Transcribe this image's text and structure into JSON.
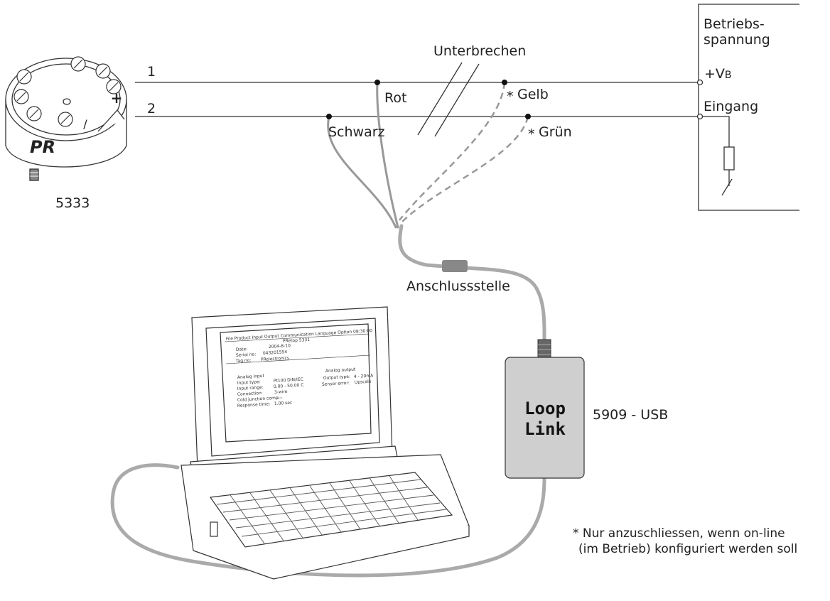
{
  "device": {
    "model": "5333",
    "logo": "PR",
    "plus_sign": "+",
    "minus_sign": "/"
  },
  "wires": {
    "line1": "1",
    "line2": "2"
  },
  "labels": {
    "unterbrechen": "Unterbrechen",
    "rot": "Rot",
    "schwarz": "Schwarz",
    "gelb": "Gelb",
    "gruen": "Grün",
    "asterisk": "*",
    "anschlussstelle": "Anschlussstelle"
  },
  "supply": {
    "title_line1": "Betriebs-",
    "title_line2": "spannung",
    "vb_prefix": "+V",
    "vb_sub": "B",
    "input": "Eingang"
  },
  "looplink": {
    "line1": "Loop",
    "line2": "Link",
    "model": "5909 - USB"
  },
  "footnote": {
    "line1": "* Nur anzuschliessen, wenn on-line",
    "line2": "(im Betrieb) konfiguriert werden soll"
  },
  "laptop_screen": {
    "menu": "File  Product  Input  Output  Communication  Language  Option  08:30:00",
    "title": "PRetop 5331",
    "date_label": "Date:",
    "date_value": "2004-8-10",
    "serial_label": "Serial no:",
    "serial_value": "043201594",
    "tag_label": "Tag no:",
    "tag_value": "PRelectronics",
    "analog_input": "Analog input",
    "analog_output": "Analog output",
    "input_type_label": "Input type:",
    "input_type_value": "Pt100  DIN/IEC",
    "output_type_label": "Output type:",
    "output_type_value": "4 - 20mA",
    "input_range_label": "Input range:",
    "input_range_value": "0.00 - 50.00 C",
    "sensor_error_label": "Sensor error:",
    "sensor_error_value": "Upscale",
    "connection_label": "Connection:",
    "connection_value": "3-wire",
    "cjc_label": "Cold junction comp:",
    "cjc_value": "----",
    "response_label": "Response time:",
    "response_value": "1.00 sec"
  }
}
